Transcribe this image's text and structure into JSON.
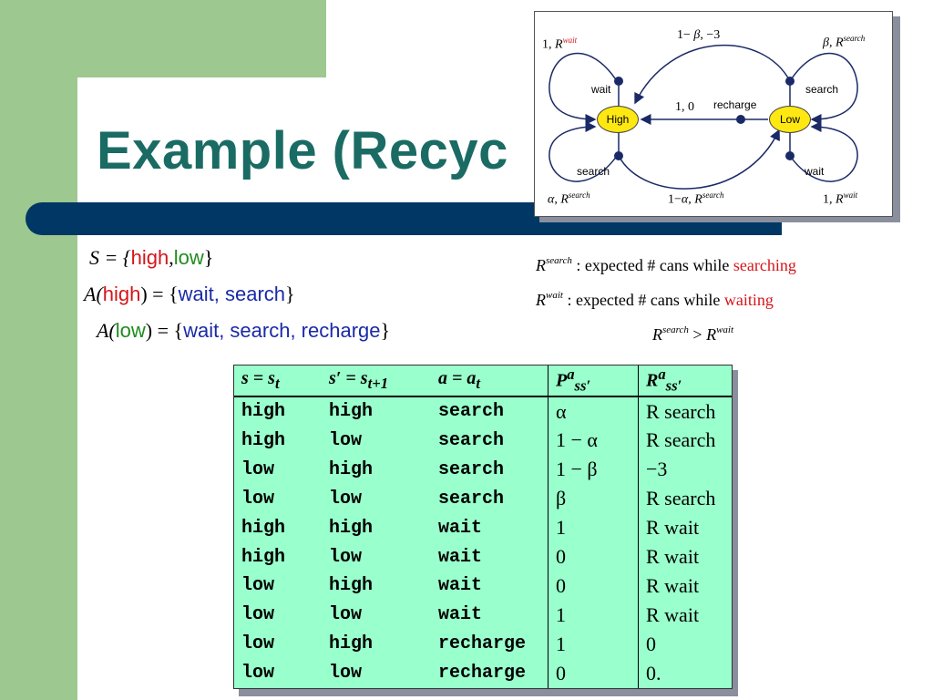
{
  "slide": {
    "title": "Example (Recyc"
  },
  "diagram": {
    "nodes": {
      "high": "High",
      "low": "Low"
    },
    "actions": {
      "wait_top": "wait",
      "search_top": "search",
      "recharge": "recharge",
      "search_bottom": "search",
      "wait_bottom": "wait"
    },
    "edge_labels": {
      "high_wait_loop": "1, R wait",
      "low_to_high_search": "1−β, −3",
      "low_search_loop": "β, R search",
      "recharge": "1, 0",
      "high_search_loop": "α, R search",
      "high_to_low_search": "1−α, R search",
      "low_wait_loop": "1, R wait"
    }
  },
  "definitions": {
    "states": {
      "prefix": "S = {",
      "high": "high",
      "comma": ",",
      "low": "low",
      "suffix": "}"
    },
    "actions_high": {
      "prefix": "A(",
      "state": "high",
      "mid": ") = {",
      "list": "wait, search",
      "suffix": "}"
    },
    "actions_low": {
      "prefix": "A(",
      "state": "low",
      "mid": ") = {",
      "list": "wait, search, recharge",
      "suffix": "}"
    }
  },
  "notes": {
    "search": {
      "symbol": "R",
      "sup": "search",
      "text": " :  expected # cans while ",
      "highlight": "searching"
    },
    "wait": {
      "symbol": "R",
      "sup": "wait",
      "text": " :  expected # cans while ",
      "highlight": "waiting"
    },
    "compare": {
      "left_sup": "search",
      "op": " > ",
      "right_sup": "wait"
    }
  },
  "table": {
    "headers": [
      "s = s_t",
      "s′ = s_{t+1}",
      "a = a_t",
      "P^a_{ss′}",
      "R^a_{ss′}"
    ],
    "rows": [
      [
        "high",
        "high",
        "search",
        "α",
        "R search"
      ],
      [
        "high",
        "low",
        "search",
        "1 − α",
        "R search"
      ],
      [
        "low",
        "high",
        "search",
        "1 − β",
        "−3"
      ],
      [
        "low",
        "low",
        "search",
        "β",
        "R search"
      ],
      [
        "high",
        "high",
        "wait",
        "1",
        "R wait"
      ],
      [
        "high",
        "low",
        "wait",
        "0",
        "R wait"
      ],
      [
        "low",
        "high",
        "wait",
        "0",
        "R wait"
      ],
      [
        "low",
        "low",
        "wait",
        "1",
        "R wait"
      ],
      [
        "low",
        "high",
        "recharge",
        "1",
        "0"
      ],
      [
        "low",
        "low",
        "recharge",
        "0",
        "0."
      ]
    ]
  },
  "colors": {
    "green_bg": "#9dc890",
    "navy_band": "#003764",
    "title": "#1a6b63",
    "table_bg": "#99ffcc",
    "node": "#ffe812",
    "red": "#d4151b"
  }
}
